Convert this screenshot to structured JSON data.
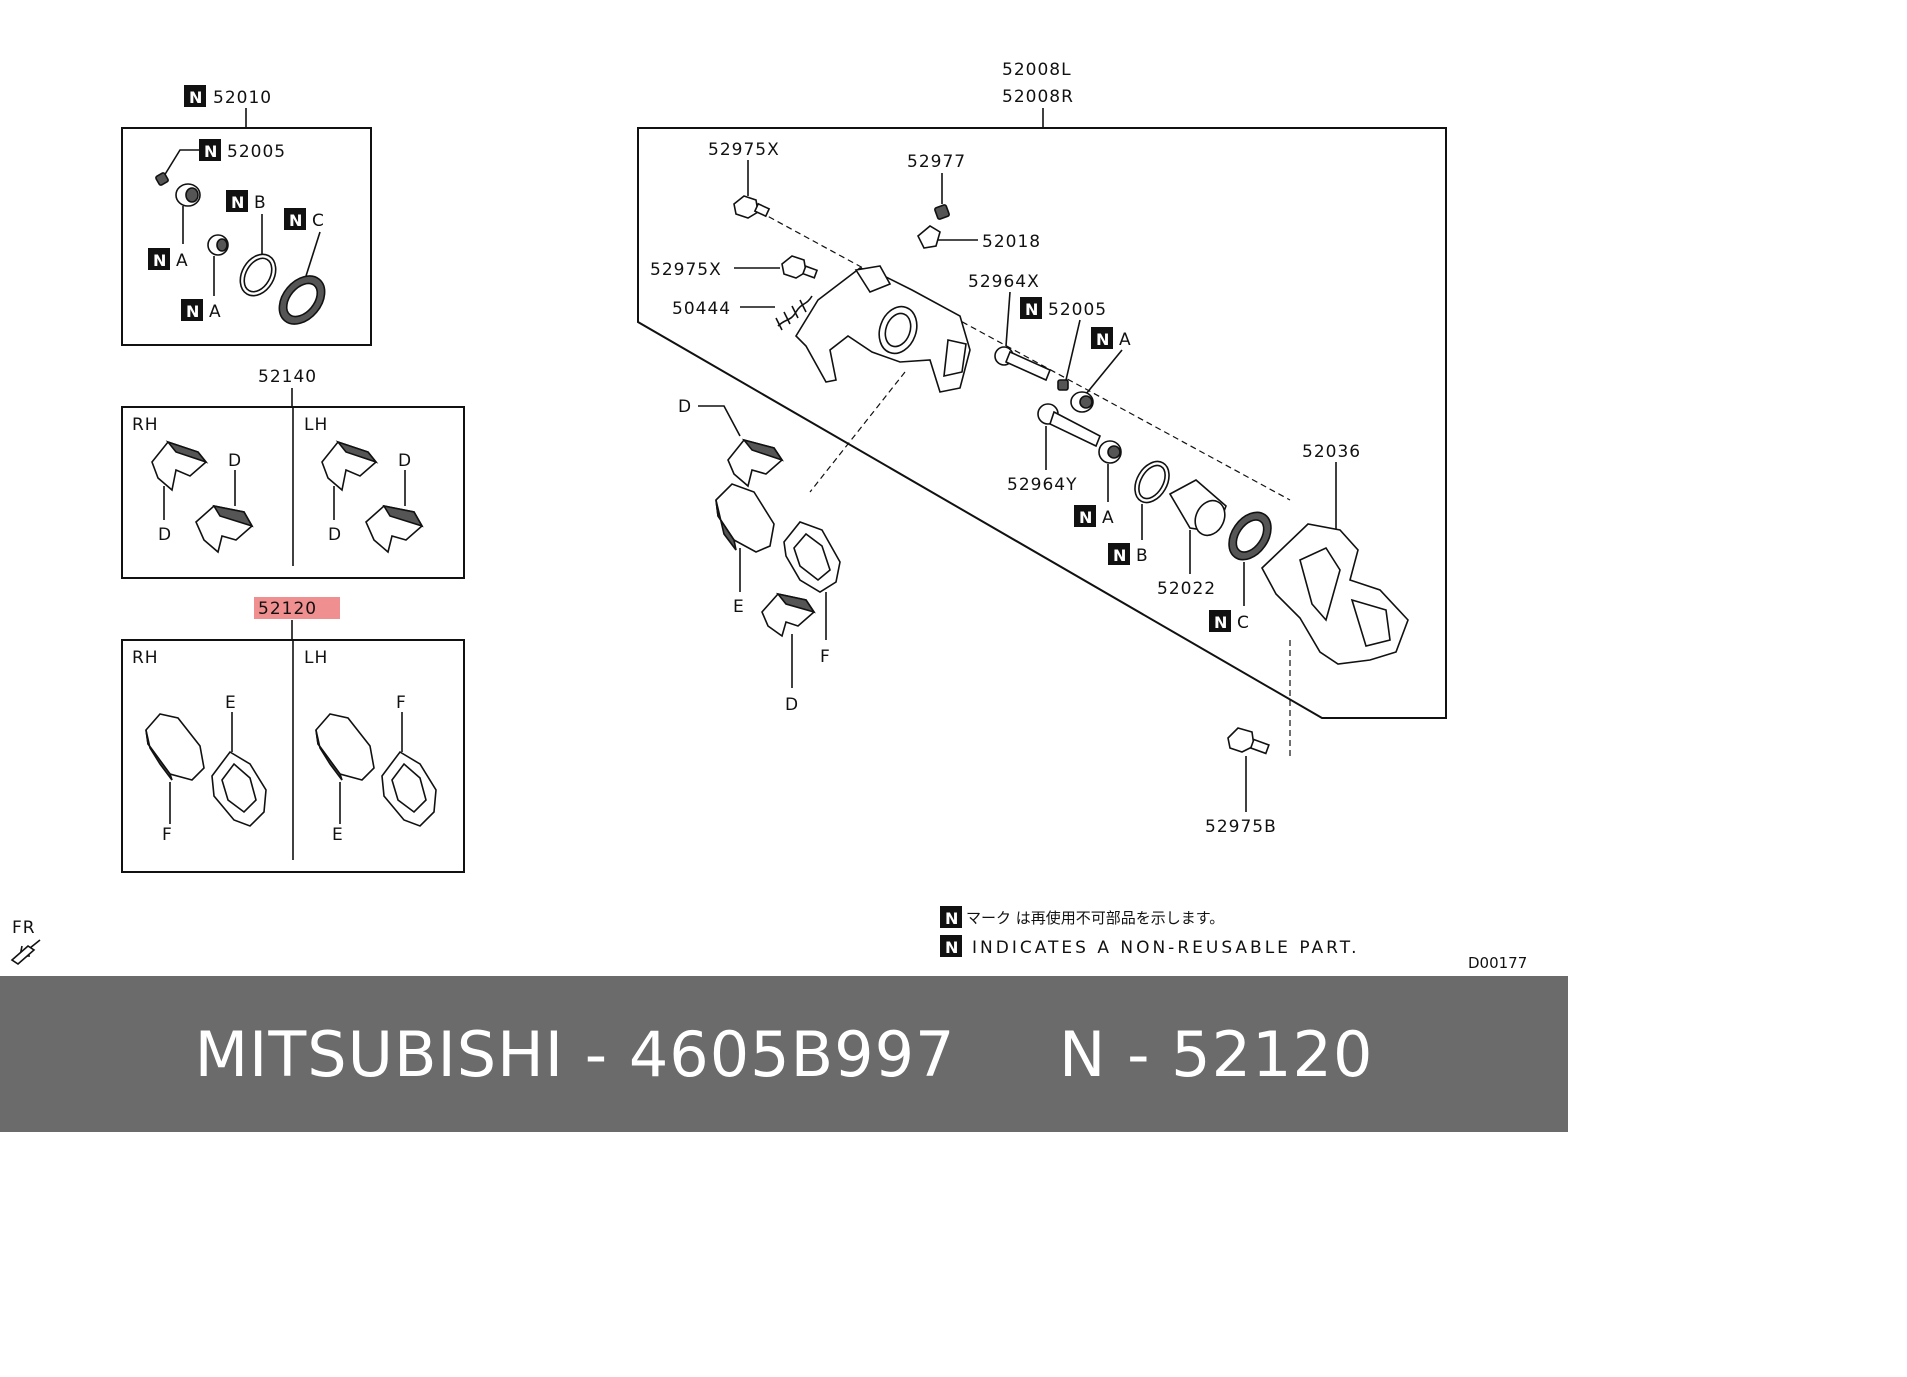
{
  "kits": {
    "kit_52010": {
      "number": "52010",
      "n_mark": "N"
    },
    "kit_52140": {
      "number": "52140",
      "rh": "RH",
      "lh": "LH"
    },
    "kit_52120": {
      "number": "52120",
      "rh": "RH",
      "lh": "LH",
      "highlight_color": "#f08f8f"
    }
  },
  "left_labels": {
    "p52005": "52005",
    "a": "A",
    "b": "B",
    "c": "C",
    "d": "D",
    "e": "E",
    "f": "F"
  },
  "main": {
    "assembly_l": "52008L",
    "assembly_r": "52008R",
    "p52975x": "52975X",
    "p52977": "52977",
    "p52018": "52018",
    "p50444": "50444",
    "p52964x": "52964X",
    "p52005": "52005",
    "p52964y": "52964Y",
    "p52036": "52036",
    "p52022": "52022",
    "p52975b": "52975B",
    "a": "A",
    "b": "B",
    "c": "C",
    "d": "D",
    "e": "E",
    "f": "F"
  },
  "n_mark": "N",
  "legend": {
    "jp": "マーク は再使用不可部品を示します。",
    "en": "INDICATES A NON-REUSABLE PART."
  },
  "fr_label": "FR",
  "code": "D00177",
  "footer": {
    "text": "MITSUBISHI - 4605B997     N - 52120"
  },
  "colors": {
    "footer_bg": "#6b6b6b",
    "highlight": "#f08f8f"
  }
}
